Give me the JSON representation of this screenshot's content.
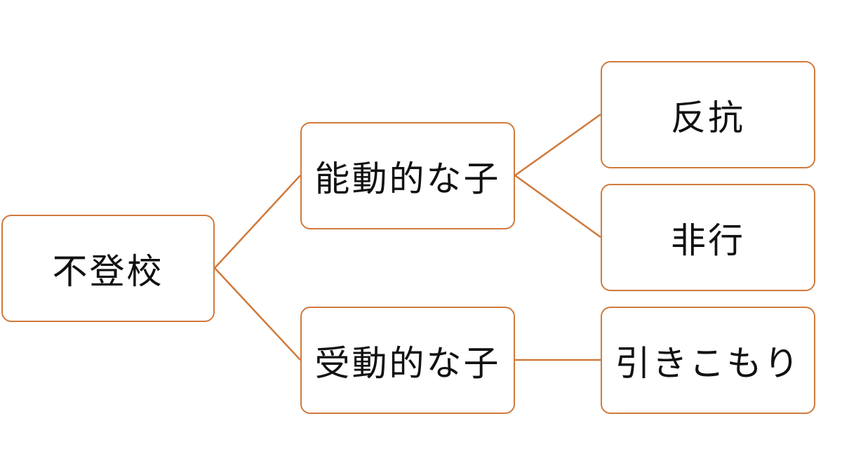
{
  "diagram": {
    "accent_color": "#d07a3c",
    "root": {
      "label": "不登校"
    },
    "branches": [
      {
        "label": "能動的な子",
        "children": [
          {
            "label": "反抗"
          },
          {
            "label": "非行"
          }
        ]
      },
      {
        "label": "受動的な子",
        "children": [
          {
            "label": "引きこもり"
          }
        ]
      }
    ]
  }
}
